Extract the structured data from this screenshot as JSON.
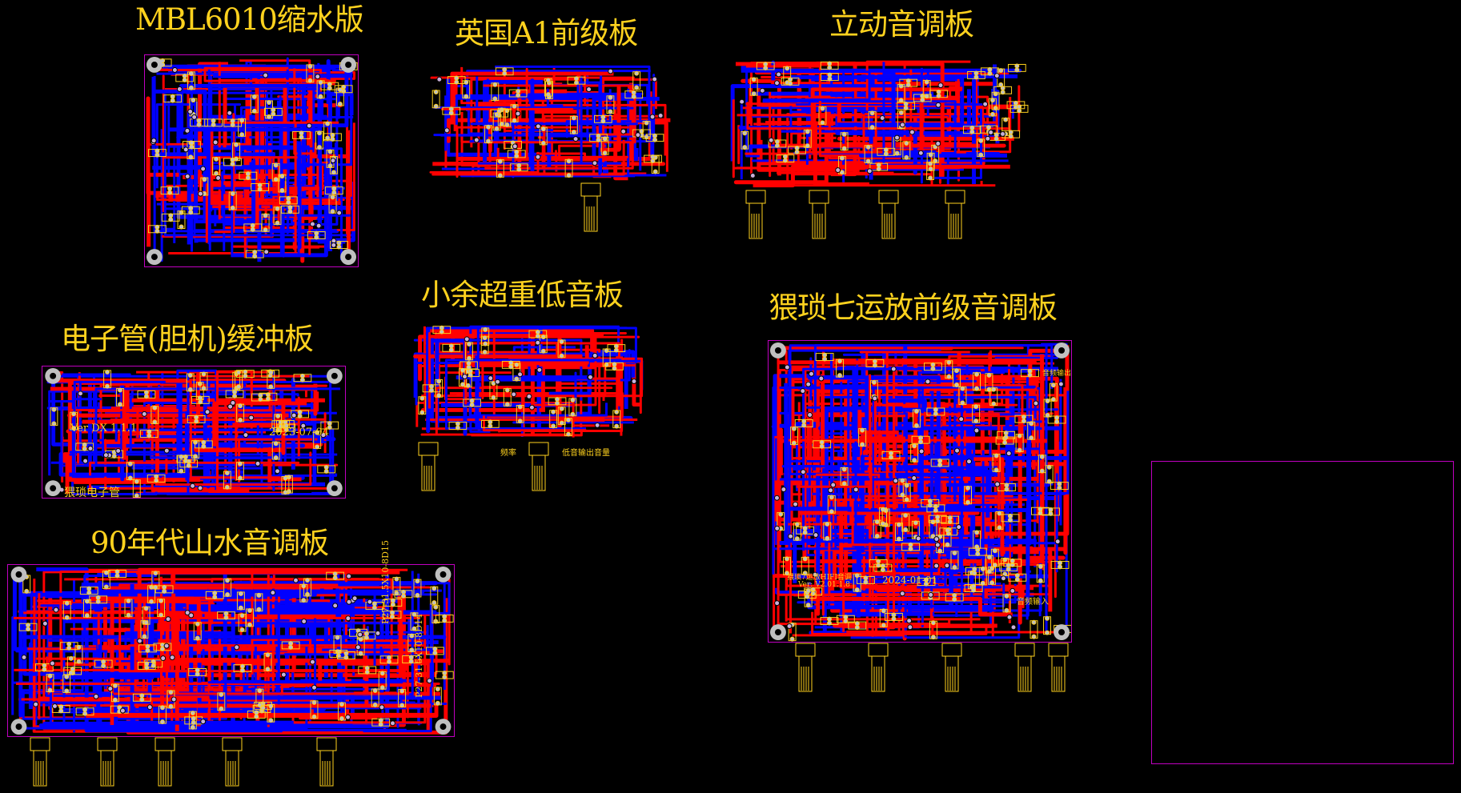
{
  "boards": [
    {
      "id": "mbl6010",
      "title": "MBL6010缩水版",
      "labels": []
    },
    {
      "id": "uk-a1",
      "title": "英国A1前级板",
      "labels": []
    },
    {
      "id": "lidong",
      "title": "立动音调板",
      "labels": []
    },
    {
      "id": "xiaoyu",
      "title": "小余超重低音板",
      "labels": [
        "频率",
        "低音输出音量"
      ]
    },
    {
      "id": "weisuo7",
      "title": "猥琐七运放前级音调板",
      "labels": [
        "2024-01-01",
        "音频输入",
        "音频输出",
        "猥琐7运放HIFI音调",
        "Ver: V2.01.1.8"
      ]
    },
    {
      "id": "tube",
      "title": "电子管(胆机)缓冲板",
      "labels": [
        "Ver DX 1.1.1",
        "2023-07-04",
        "猥琐电子管"
      ]
    },
    {
      "id": "shanshui90",
      "title": "90年代山水音调板",
      "labels": [
        "P27-31.5X10-8D15",
        "P27-31.5X10-8D14"
      ]
    }
  ],
  "colors": {
    "top_copper": "#ff0000",
    "bottom_copper": "#0000ff",
    "silkscreen": "#ffd21e",
    "outline": "#c000c0",
    "pad": "#c0c0c0",
    "background": "#000000"
  }
}
